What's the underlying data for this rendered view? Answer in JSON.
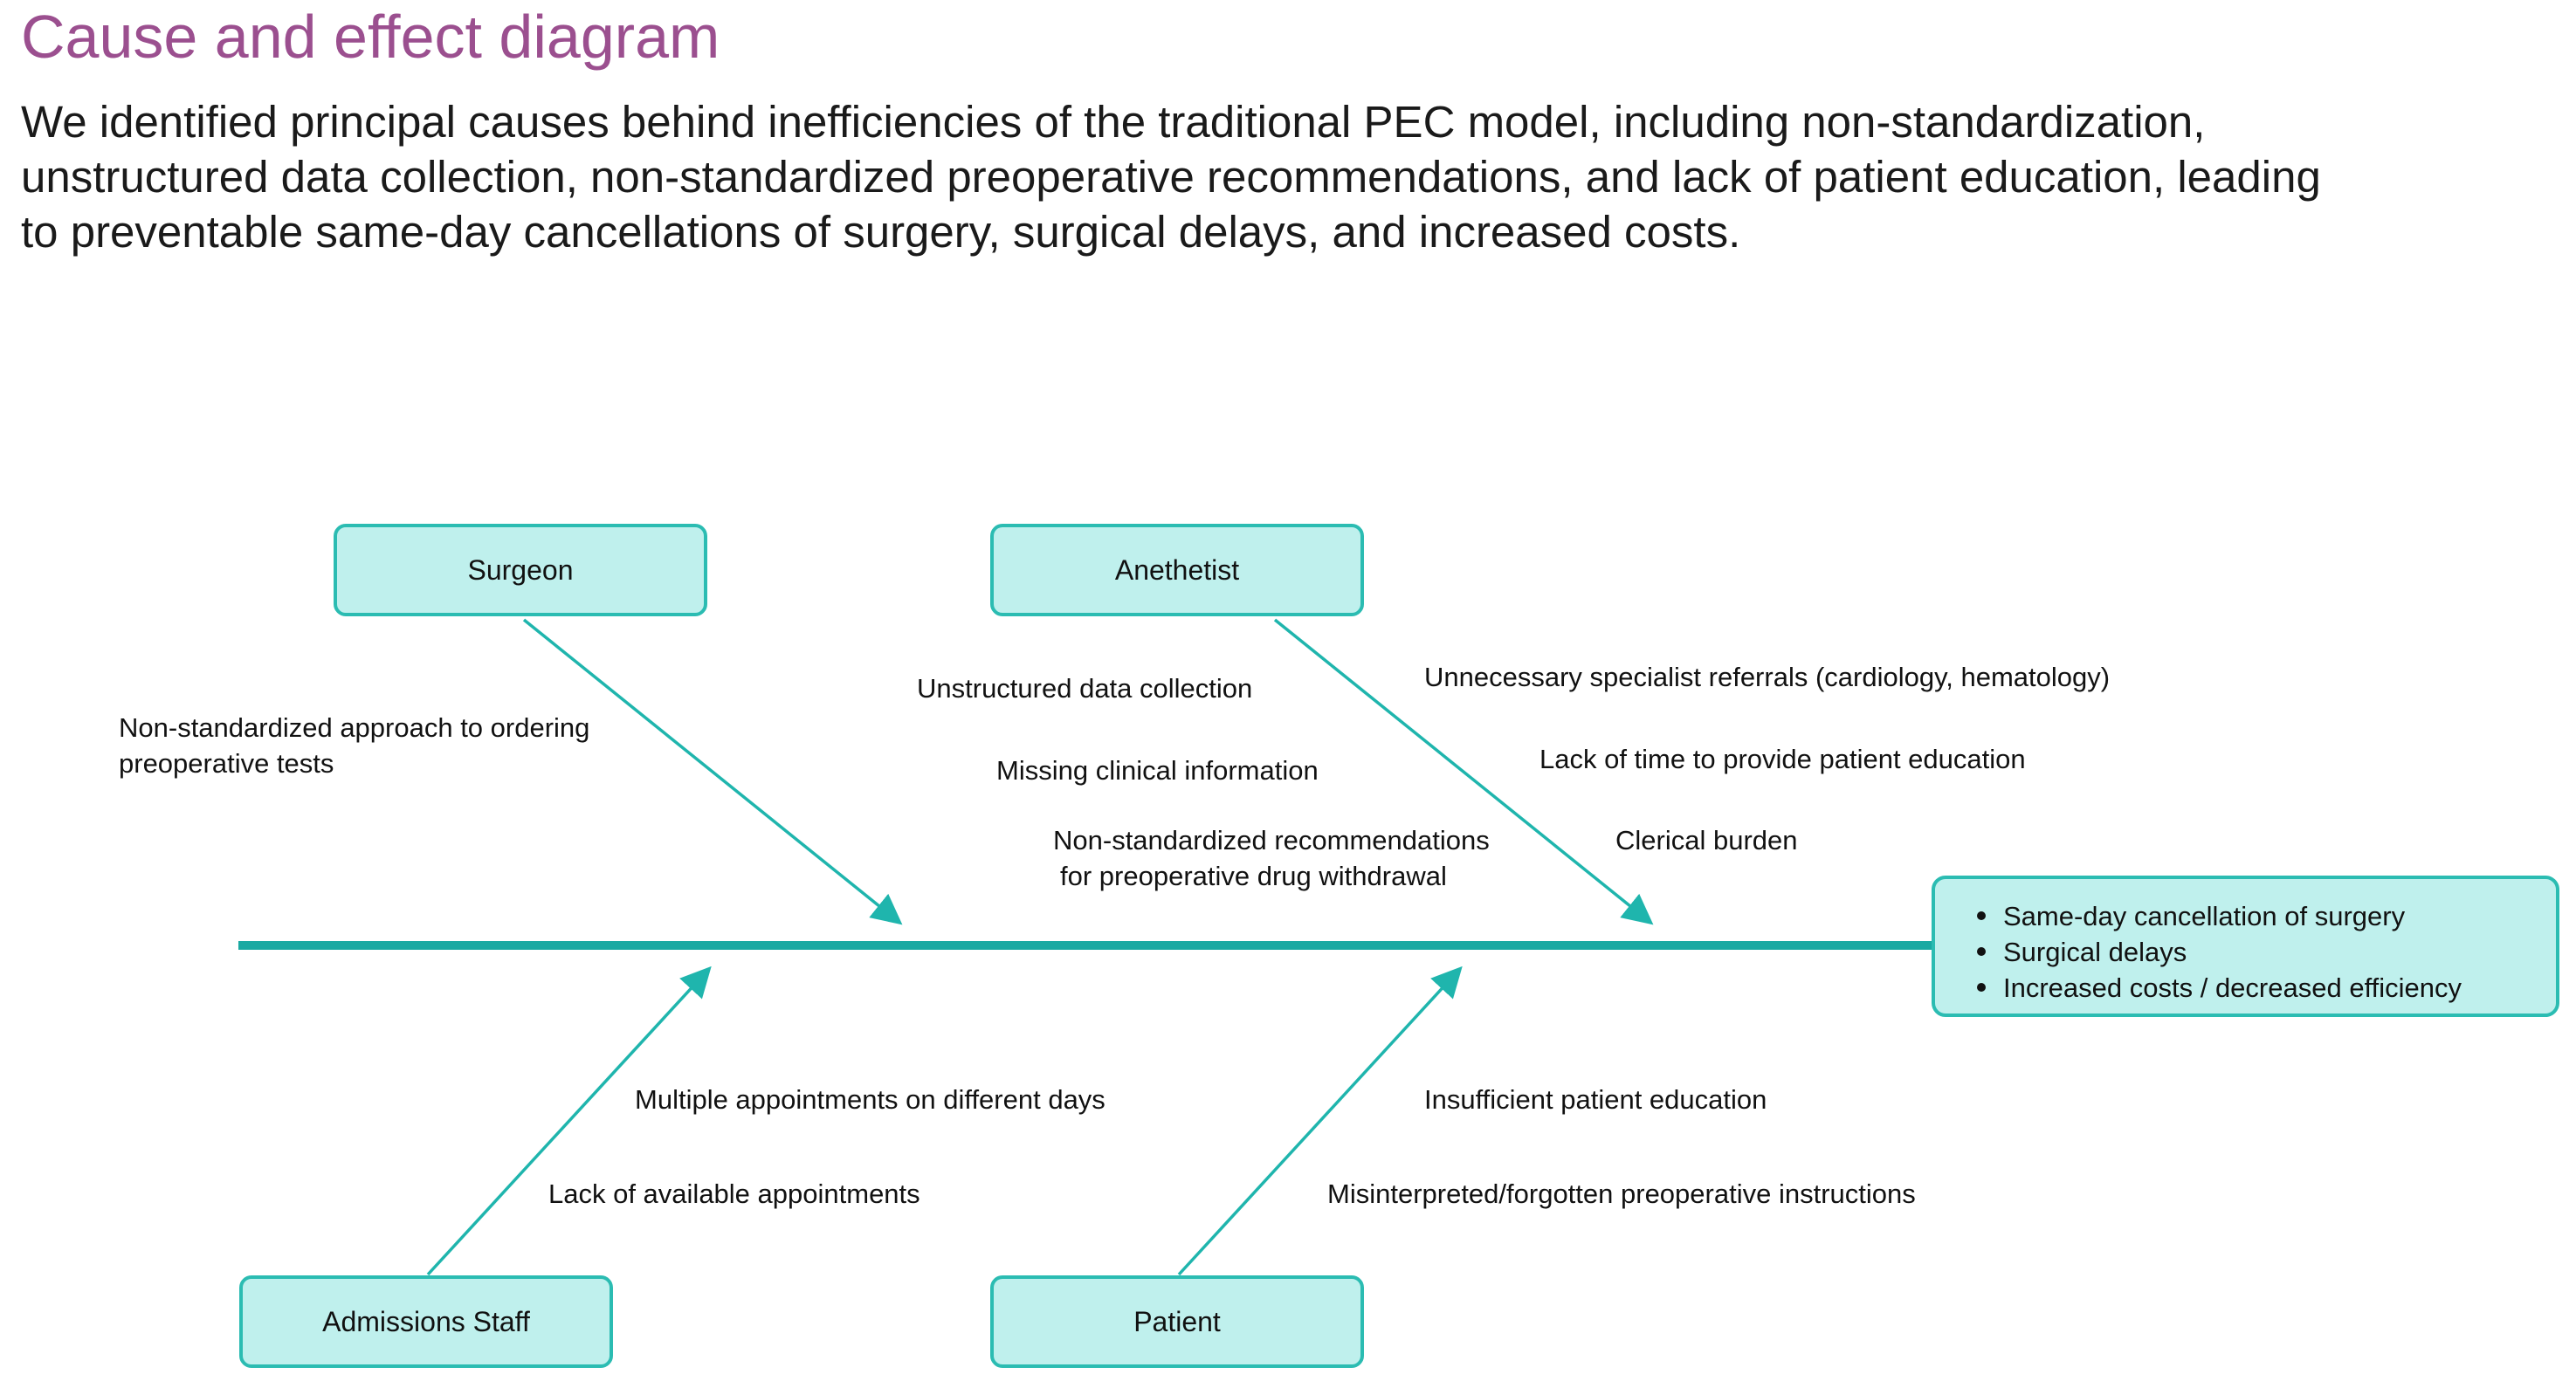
{
  "title": "Cause and effect diagram",
  "intro_lines": [
    "We identified principal causes behind inefficiencies of the traditional PEC model, including non-standardization,",
    "unstructured data collection, non-standardized preoperative recommendations, and lack of patient education, leading",
    "to preventable same-day cancellations of surgery, surgical delays, and increased costs."
  ],
  "colors": {
    "title": "#9b4f8f",
    "spine": "#1aa9a2",
    "box_fill": "#bff0ed",
    "box_border": "#2bbcb2"
  },
  "categories": {
    "surgeon": "Surgeon",
    "anesthetist": "Anethetist",
    "admissions_staff": "Admissions Staff",
    "patient": "Patient"
  },
  "causes": {
    "surgeon": [
      "Non-standardized approach to ordering",
      "preoperative tests"
    ],
    "anesthetist_left": {
      "unstructured": "Unstructured data collection",
      "missing_info": "Missing clinical information",
      "drug_withdrawal": [
        "Non-standardized recommendations",
        "for preoperative drug withdrawal"
      ]
    },
    "anesthetist_right": {
      "referrals": "Unnecessary specialist referrals (cardiology, hematology)",
      "education_time": "Lack of time to provide patient education",
      "clerical": "Clerical burden"
    },
    "admissions_staff": {
      "multiple_appointments": "Multiple appointments on different days",
      "lack_appointments": "Lack of available appointments"
    },
    "patient": {
      "insufficient_education": "Insufficient patient education",
      "misinterpreted": "Misinterpreted/forgotten preoperative instructions"
    }
  },
  "effects": [
    "Same-day cancellation of surgery",
    "Surgical delays",
    "Increased costs / decreased efficiency"
  ]
}
